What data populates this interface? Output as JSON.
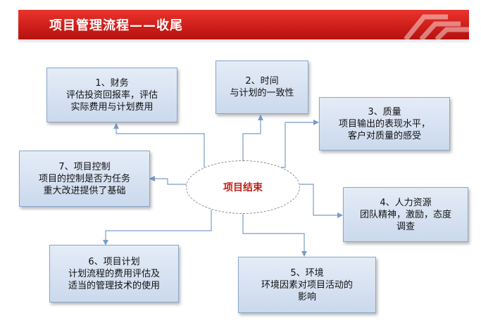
{
  "header": {
    "title": "项目管理流程——收尾"
  },
  "center": {
    "label": "项目结束"
  },
  "nodes": [
    {
      "lines": [
        "1、财务",
        "评估投资回报率，评估",
        "实际费用与计划费用"
      ]
    },
    {
      "lines": [
        "2、时间",
        "与计划的一致性"
      ]
    },
    {
      "lines": [
        "3、质量",
        "项目输出的表现水平，",
        "客户对质量的感受"
      ]
    },
    {
      "lines": [
        "4、人力资源",
        "团队精神，激励，态度",
        "调查"
      ]
    },
    {
      "lines": [
        "5、环境",
        "环境因素对项目活动的",
        "影响"
      ]
    },
    {
      "lines": [
        "6、项目计划",
        "计划流程的费用评估及",
        "适当的管理技术的使用"
      ]
    },
    {
      "lines": [
        "7、项目控制",
        "项目的控制是否为任务",
        "重大改进提供了基础"
      ]
    }
  ],
  "colors": {
    "banner": "#d0201b",
    "center_label": "#c0201a",
    "box_fill": "#d3dff0",
    "connector": "#7a9cc6"
  }
}
